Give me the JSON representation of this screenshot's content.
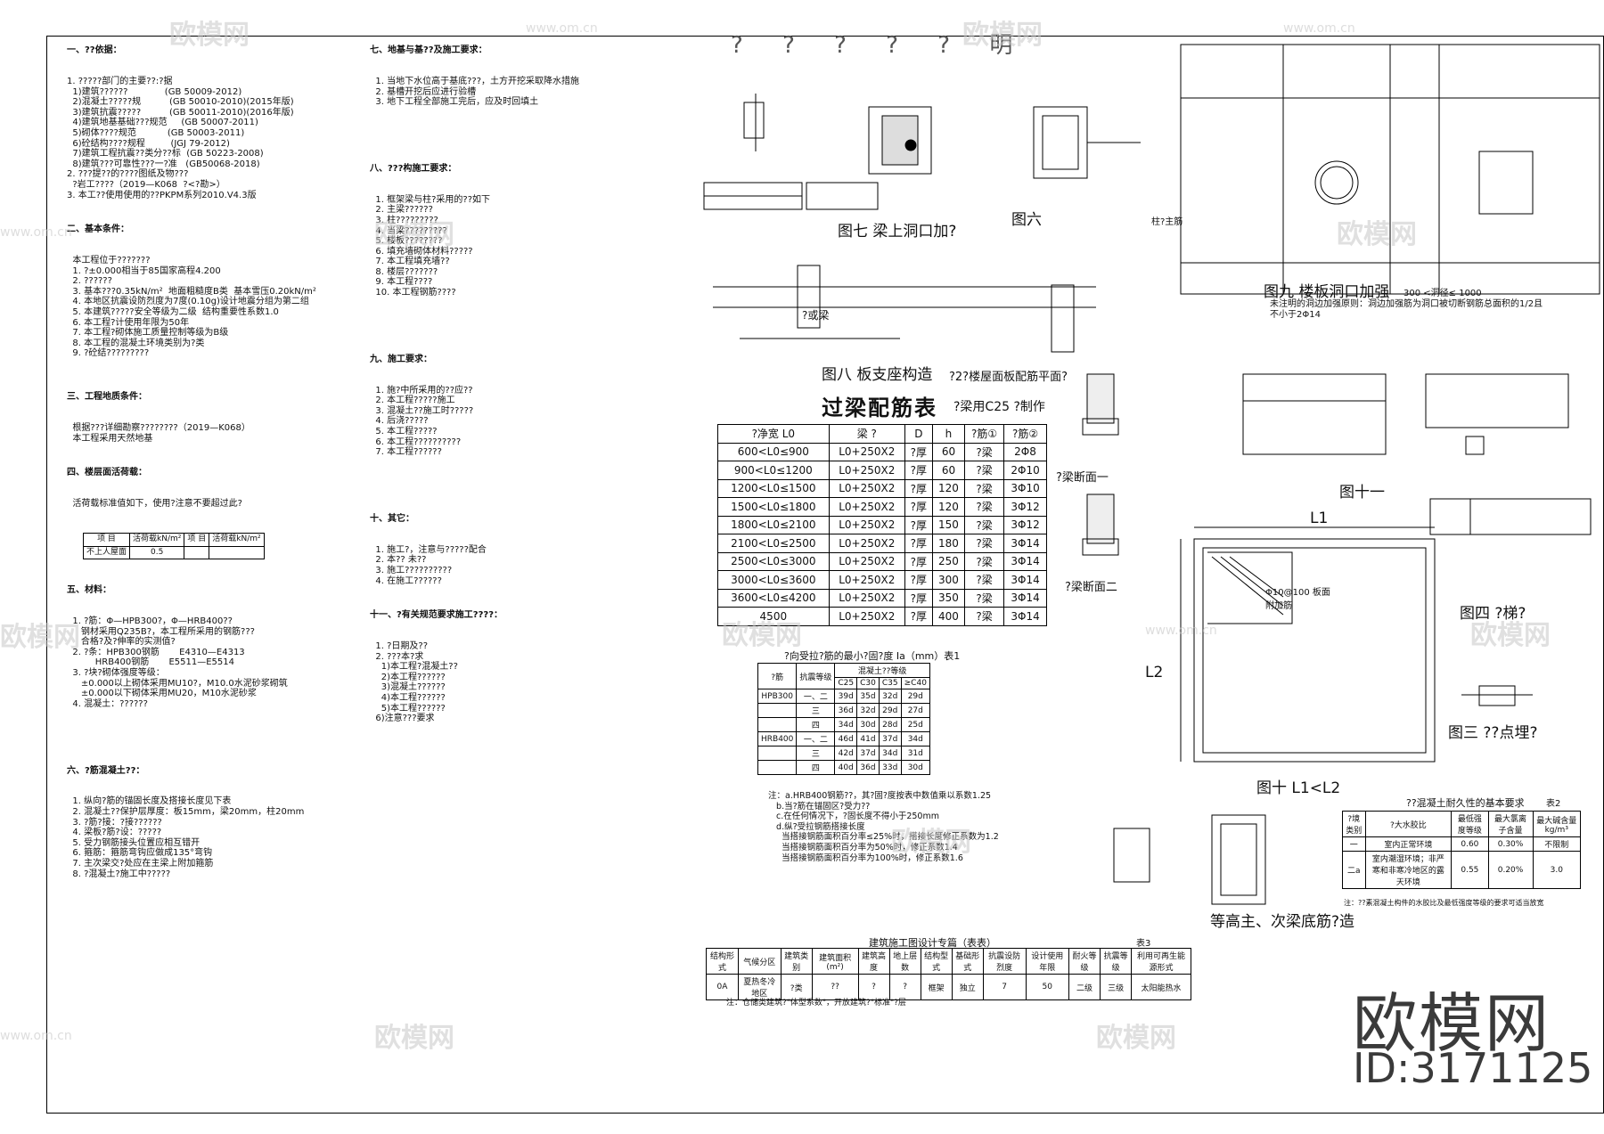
{
  "notes_col1": {
    "s1_title": "一、??依据：",
    "s1_lines": [
      "1. ?????部门的主要??:?据",
      "  1)建筑??????             (GB 50009-2012)",
      "  2)混凝土?????规          (GB 50010-2010)(2015年版)",
      "  3)建筑抗震?????          (GB 50011-2010)(2016年版)",
      "  4)建筑地基基础???规范     (GB 50007-2011)",
      "  5)砌体????规范           (GB 50003-2011)",
      "  6)砼结构????规程         (JGJ 79-2012)",
      "  7)建筑工程抗震??类分??标  (GB 50223-2008)",
      "  8)建筑???可靠性???一?准   (GB50068-2018)",
      "2. ???提??的????图纸及物???",
      "  ?岩工????（2019—K068  ?<?勘>）",
      "3. 本工??使用使用的??PKPM系列2010.V4.3版"
    ],
    "s2_title": "二、基本条件：",
    "s2_lines": [
      "  本工程位于???????",
      "  1. ?±0.000相当于85国家高程4.200",
      "  2. ??????",
      "  3. 基本???0.35kN/m²  地面粗糙度B类  基本雪压0.20kN/m²",
      "  4. 本地区抗震设防烈度为7度(0.10g)设计地震分组为第二组",
      "  5. 本建筑?????安全等级为二级  结构重要性系数1.0",
      "  6. 本工程?计使用年限为50年",
      "  7. 本工程?砌体施工质量控制等级为B级",
      "  8. 本工程的混凝土环境类别为?类",
      "  9. ?砼结?????????"
    ],
    "s3_title": "三、工程地质条件：",
    "s3_lines": [
      "  根据???详细勘察????????（2019—K068）",
      "  本工程采用天然地基"
    ],
    "s4_title": "四、楼层面活荷载：",
    "s4_sub": "  活荷载标准值如下，使用?注意不要超过此?",
    "s4_table_head": [
      "项 目",
      "活荷载kN/m²",
      "项 目",
      "活荷载kN/m²"
    ],
    "s4_table_row": [
      "不上人屋面",
      "0.5",
      "",
      ""
    ],
    "s5_title": "五、材料：",
    "s5_lines": [
      "  1. ?筋：Φ—HPB300?，Φ—HRB400??",
      "     钢材采用Q235B?，本工程所采用的钢筋???",
      "     合格?及?伸率的实测值?",
      "  2. ?条：HPB300钢筋       E4310—E4313",
      "          HRB400钢筋       E5511—E5514",
      "  3. ?块?砌体强度等级：",
      "     ±0.000以上砌体采用MU10?，M10.0水泥砂浆砌筑",
      "     ±0.000以下砌体采用MU20，M10水泥砂浆",
      "  4. 混凝土：??????"
    ],
    "s6_title": "六、?筋混凝土??：",
    "s6_lines": [
      "  1. 纵向?筋的锚固长度及搭接长度见下表",
      "  2. 混凝土??保护层厚度：板15mm，梁20mm，柱20mm",
      "  3. ?筋?接：?接??????",
      "  4. 梁板?筋?设：?????",
      "  5. 受力钢筋接头位置应相互错开",
      "  6. 箍筋：箍筋弯钩应做成135°弯钩",
      "  7. 主次梁交?处应在主梁上附加箍筋",
      "  8. ?混凝土?施工中?????"
    ]
  },
  "notes_col2": {
    "s7_title": "七、地基与基??及施工要求：",
    "s7_lines": [
      "  1. 当地下水位高于基底???，土方开挖采取降水措施",
      "  2. 基槽开挖后应进行验槽",
      "  3. 地下工程全部施工完后，应及时回填土"
    ],
    "s8_title": "八、???构施工要求：",
    "s8_lines": [
      "  1. 框架梁与柱?采用的??如下",
      "  2. 主梁??????",
      "  3. 柱?????????",
      "  4. 当梁?????????",
      "  5. 楼板????????",
      "  6. 填充墙砌体材料?????",
      "  7. 本工程填充墙??",
      "  8. 楼层???????",
      "  9. 本工程????",
      "  10. 本工程钢筋????"
    ],
    "s9_title": "九、施工要求：",
    "s9_lines": [
      "  1. 施?中所采用的??应??",
      "  2. 本工程?????施工",
      "  3. 混凝土??施工时?????",
      "  4. 后浇?????",
      "  5. 本工程?????",
      "  6. 本工程??????????",
      "  7. 本工程??????"
    ],
    "s10_title": "十、其它：",
    "s10_lines": [
      "  1. 施工?，注意与?????配合",
      "  2. 本?? 未??",
      "  3. 施工??????????",
      "  4. 在施工??????"
    ],
    "s11_title": "十一、?有关规范要求施工????：",
    "s11_lines": [
      "  1. ?日期及??",
      "  2. ???本?求",
      "    1)本工程?混凝土??",
      "    2)本工程??????",
      "    3)混凝土??????",
      "    4)本工程??????",
      "    5)本工程??????",
      "  6)注意???要求"
    ]
  },
  "fig_labels": {
    "fig7": "图七 梁上洞口加?",
    "fig6": "图六",
    "fig9": "图九  楼板洞口加强",
    "fig9_note": "300 <洞径≤ 1000",
    "fig9_sub": "未注明的洞边加强原则：洞边加强筋为洞口被切断钢筋总面积的1/2且不小于2Φ14",
    "fig8": "图八 板支座构造",
    "fig8_sub": "?2?楼屋面板配筋平面?",
    "fig11": "图十一",
    "fig10": "图十  L1<L2",
    "fig4": "图四  ?梯?",
    "fig3": "图三  ??点埋?",
    "fig_bottom": "等高主、次梁底筋?造",
    "beam_sect_1": "?梁断面一",
    "beam_sect_2": "?梁断面二",
    "col_label": "柱?主筋",
    "or_beam": "?或梁",
    "L1": "L1",
    "L2": "L2",
    "slab_rebar": "Φ10@100 板面附加筋"
  },
  "beam_table": {
    "title": "过梁配筋表",
    "sub": "?梁用C25 ?制作",
    "headers": [
      "?净宽   L0",
      "梁 ?",
      "D",
      "h",
      "?筋①",
      "?筋②"
    ],
    "rows": [
      [
        "600<L0≤900",
        "L0+250X2",
        "?厚",
        "60",
        "?梁",
        "2Φ8"
      ],
      [
        "900<L0≤1200",
        "L0+250X2",
        "?厚",
        "60",
        "?梁",
        "2Φ10"
      ],
      [
        "1200<L0≤1500",
        "L0+250X2",
        "?厚",
        "120",
        "?梁",
        "3Φ10"
      ],
      [
        "1500<L0≤1800",
        "L0+250X2",
        "?厚",
        "120",
        "?梁",
        "3Φ12"
      ],
      [
        "1800<L0≤2100",
        "L0+250X2",
        "?厚",
        "150",
        "?梁",
        "3Φ12"
      ],
      [
        "2100<L0≤2500",
        "L0+250X2",
        "?厚",
        "180",
        "?梁",
        "3Φ14"
      ],
      [
        "2500<L0≤3000",
        "L0+250X2",
        "?厚",
        "250",
        "?梁",
        "3Φ14"
      ],
      [
        "3000<L0≤3600",
        "L0+250X2",
        "?厚",
        "300",
        "?梁",
        "3Φ14"
      ],
      [
        "3600<L0≤4200",
        "L0+250X2",
        "?厚",
        "350",
        "?梁",
        "3Φ14"
      ],
      [
        "4500",
        "L0+250X2",
        "?厚",
        "400",
        "?梁",
        "3Φ14"
      ]
    ]
  },
  "anchor_table": {
    "title": "?向受拉?筋的最小?固?度 Ia（mm）表1",
    "head_top": "混凝土??等级",
    "grades": [
      "C25",
      "C30",
      "C35",
      "≥C40"
    ],
    "rows": [
      [
        "HPB300",
        "一、二",
        "39d",
        "35d",
        "32d",
        "29d"
      ],
      [
        "",
        "三",
        "36d",
        "32d",
        "29d",
        "27d"
      ],
      [
        "",
        "四",
        "34d",
        "30d",
        "28d",
        "25d"
      ],
      [
        "HRB400",
        "一、二",
        "46d",
        "41d",
        "37d",
        "34d"
      ],
      [
        "",
        "三",
        "42d",
        "37d",
        "34d",
        "31d"
      ],
      [
        "",
        "四",
        "40d",
        "36d",
        "33d",
        "30d"
      ]
    ],
    "col_label": "?筋",
    "seismic_label": "抗震等级"
  },
  "durability_table": {
    "title": "??混凝土耐久性的基本要求",
    "tag": "表2",
    "headers": [
      "?境类别",
      "?大水胶比",
      "最低强度等级",
      "最大氯离子含量",
      "最大碱含量 kg/m³"
    ],
    "rows": [
      [
        "一",
        "室内正常环境",
        "0.60",
        "0.30%",
        "不限制"
      ],
      [
        "二a",
        "室内潮湿环境；非严寒和非寒冷地区的露天环境",
        "0.55",
        "0.20%",
        "3.0"
      ]
    ],
    "note": "注：??素混凝土构件的水胶比及最低强度等级的要求可适当放宽"
  },
  "design_table": {
    "title": "建筑施工图设计专篇（表表）",
    "tag": "表3",
    "headers": [
      "结构形式",
      "气候分区",
      "建筑类别",
      "建筑面积(m²)",
      "建筑高度",
      "地上层数",
      "结构型式",
      "基础形式",
      "抗震设防烈度",
      "设计使用年限",
      "耐火等级",
      "抗震等级",
      "利用可再生能源形式"
    ],
    "row": [
      "0A",
      "夏热冬冷地区",
      "?类",
      "??",
      "?",
      "?",
      "框架",
      "独立",
      "7",
      "50",
      "二级",
      "三级",
      "太阳能热水"
    ],
    "note": "注：仓储类建筑?\"体型系数\"，开放建筑?\"标准\"?层"
  },
  "side_notes": {
    "steel_notes": [
      "注：a.HRB400钢筋??，其?固?度按表中数值乘以系数1.25",
      "   b.当?筋在锚固区?受力??",
      "   c.在任何情况下，?固长度不得小于250mm",
      "   d.纵?受拉钢筋搭接长度",
      "     当搭接钢筋面积百分率≤25%时，搭接长度修正系数为1.2",
      "     当搭接钢筋面积百分率为50%时，修正系数1.4",
      "     当搭接钢筋面积百分率为100%时，修正系数1.6"
    ]
  },
  "header_glyphs": "? ? ? ? ? 明",
  "watermark": {
    "brand": "欧模网",
    "url": "www.om.cn",
    "id": "ID:3171125"
  }
}
